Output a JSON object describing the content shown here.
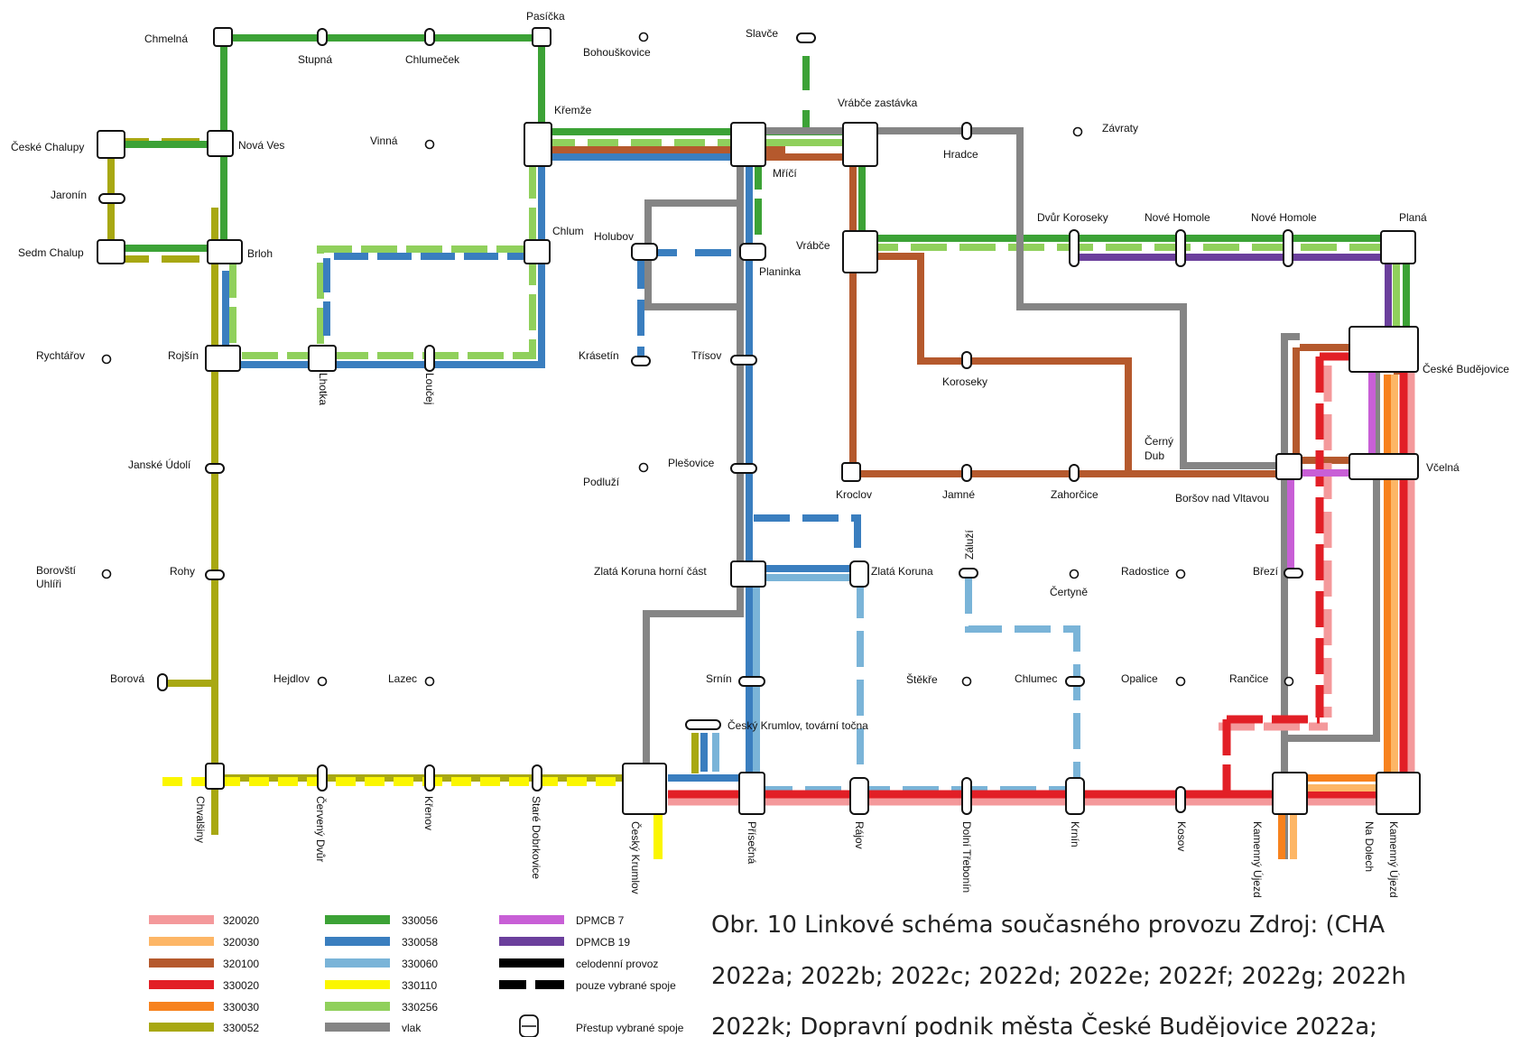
{
  "colors": {
    "320020": "#f4999b",
    "320030": "#fdb666",
    "320100": "#b5592d",
    "330020": "#e21f26",
    "330030": "#f7821e",
    "330052": "#a8a812",
    "330056": "#3ca236",
    "330058": "#3a7ebf",
    "330060": "#7ab4d8",
    "330110": "#fbf600",
    "330256": "#90d05c",
    "vlak": "#858585",
    "DPMCB 7": "#c85fd6",
    "DPMCB 19": "#6b3f9c"
  },
  "stations": {
    "chmelna": "Chmelná",
    "stupna": "Stupná",
    "chlumecek": "Chlumeček",
    "pasicka": "Pasíčka",
    "bohouskovice": "Bohouškovice",
    "slavce": "Slavče",
    "ceske_chalupy": "České Chalupy",
    "nova_ves": "Nová Ves",
    "vinna": "Vinná",
    "kremze": "Křemže",
    "vrabce_zastavka": "Vrábče zastávka",
    "hradce": "Hradce",
    "zavraty": "Závraty",
    "mrici": "Mříčí",
    "jaronin": "Jaronín",
    "sedm_chalup": "Sedm Chalup",
    "brloh": "Brloh",
    "chlum": "Chlum",
    "holubov": "Holubov",
    "planinka": "Planinka",
    "vrabce": "Vrábče",
    "dvur_koroseky": "Dvůr Koroseky",
    "nove_homole_1": "Nové Homole",
    "nove_homole_2": "Nové Homole",
    "plana": "Planá",
    "rychtarov": "Rychtářov",
    "rojsin": "Rojšín",
    "lhotka": "Lhotka",
    "loucej": "Loučej",
    "krasetin": "Krásetín",
    "trisov": "Třísov",
    "koroseky": "Koroseky",
    "ceske_budejovice": "České Budějovice",
    "janske_udoli": "Janské Údolí",
    "plesovice": "Plešovice",
    "podluzi": "Podluží",
    "cerny_dub_1": "Černý",
    "cerny_dub_2": "Dub",
    "kroclov": "Kroclov",
    "jamne": "Jamné",
    "zahorcice": "Zahorčice",
    "borsov": "Boršov nad Vltavou",
    "vcelna": "Včelná",
    "zaluzi": "Záluží",
    "borovsti_1": "Borovští",
    "borovsti_2": "Uhlíři",
    "rohy": "Rohy",
    "zlata_koruna_hc": "Zlatá Koruna horní část",
    "zlata_koruna": "Zlatá Koruna",
    "radostice": "Radostice",
    "certyne": "Čertyně",
    "brezi": "Březí",
    "borova": "Borová",
    "hejdlov": "Hejdlov",
    "lazec": "Lazec",
    "srnin": "Srnín",
    "stekre": "Štěkře",
    "chlumec": "Chlumec",
    "opalice": "Opalice",
    "rancice": "Rančice",
    "ck_tovarni": "Český Krumlov, tovární točna",
    "chvalsiny": "Chvalšiny",
    "cerveny_dvur": "Červený Dvůr",
    "krenov": "Křenov",
    "stare_dobrkovice": "Staré Dobrkovice",
    "cesky_krumlov": "Český Krumlov",
    "prisecna": "Přísečná",
    "rajov": "Rájov",
    "dolni_trebonin": "Dolní Třebonín",
    "krnin": "Krnín",
    "kosov": "Kosov",
    "kamenny_ujezd_v": "Kamenný Újezd",
    "na_dolech": "Na Dolech",
    "kamenny_ujezd_2": "Kamenný Újezd"
  },
  "legend": {
    "items": [
      {
        "code": "320020",
        "label": "320020"
      },
      {
        "code": "320030",
        "label": "320030"
      },
      {
        "code": "320100",
        "label": "320100"
      },
      {
        "code": "330020",
        "label": "330020"
      },
      {
        "code": "330030",
        "label": "330030"
      },
      {
        "code": "330052",
        "label": "330052"
      },
      {
        "code": "330056",
        "label": "330056"
      },
      {
        "code": "330058",
        "label": "330058"
      },
      {
        "code": "330060",
        "label": "330060"
      },
      {
        "code": "330110",
        "label": "330110"
      },
      {
        "code": "330256",
        "label": "330256"
      },
      {
        "code": "vlak",
        "label": "vlak"
      },
      {
        "code": "DPMCB 7",
        "label": "DPMCB 7"
      },
      {
        "code": "DPMCB 19",
        "label": "DPMCB 19"
      }
    ],
    "solid_label": "celodenní provoz",
    "dashed_label": "pouze vybrané spoje",
    "transfer_label": "Přestup vybrané spoje"
  },
  "caption": {
    "line1": "Obr. 10 Linkové schéma současného provozu Zdroj: (CHA",
    "line2": "2022a; 2022b; 2022c; 2022d; 2022e; 2022f; 2022g; 2022h",
    "line3": "2022k; Dopravní podnik města České Budějovice 2022a;"
  }
}
